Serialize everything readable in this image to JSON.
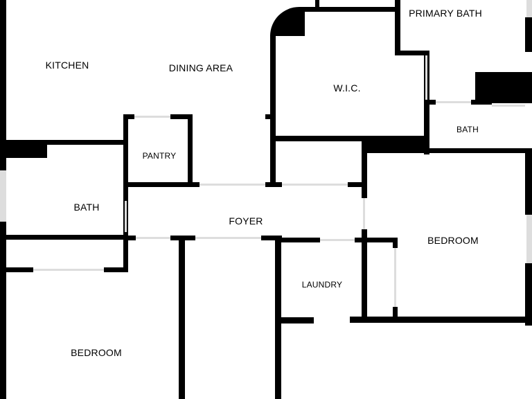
{
  "rooms": {
    "kitchen": "KITCHEN",
    "dining_area": "DINING AREA",
    "wic": "W.I.C.",
    "primary_bath": "PRIMARY BATH",
    "bath_right": "BATH",
    "pantry": "PANTRY",
    "bath_left": "BATH",
    "foyer": "FOYER",
    "bedroom_right": "BEDROOM",
    "laundry": "LAUNDRY",
    "bedroom_left": "BEDROOM"
  },
  "colors": {
    "wall": "#000000",
    "floor": "#ffffff",
    "opening": "#dddddd"
  }
}
